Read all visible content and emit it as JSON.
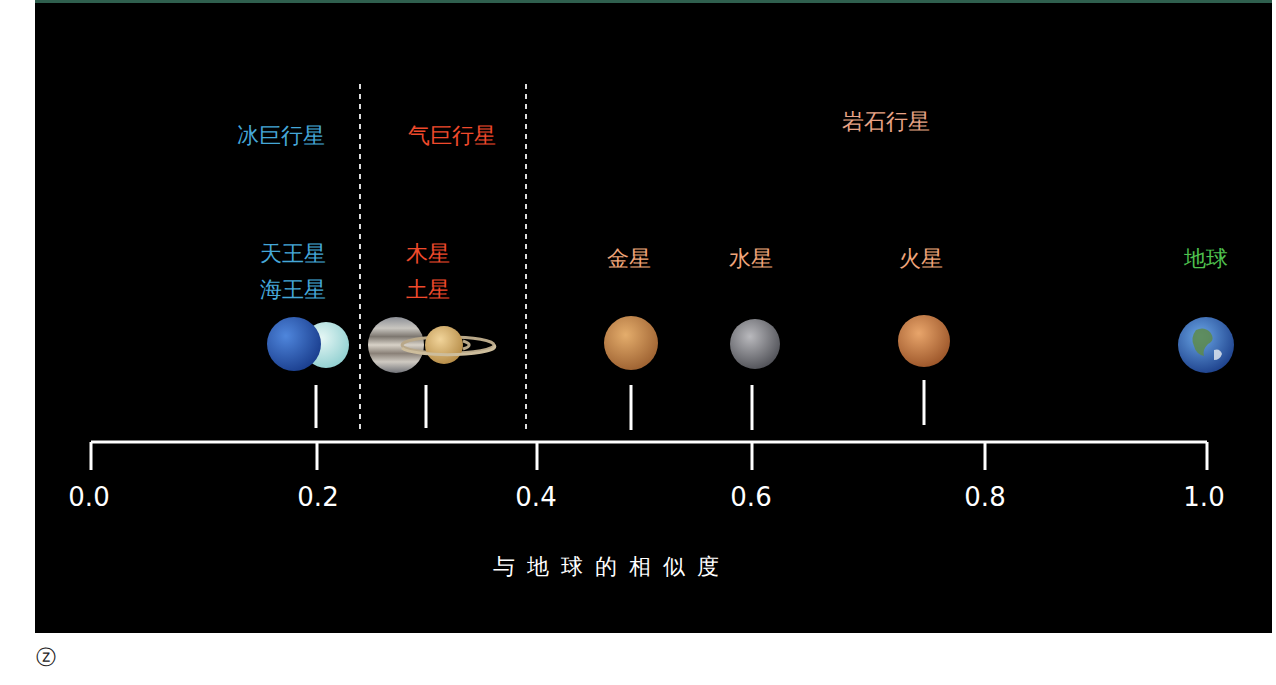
{
  "diagram": {
    "labels": [
      "冰巨行星",
      "气巨行星",
      "岩石行星",
      "天王星",
      "海王星",
      "木星",
      "土星",
      "金星",
      "水星",
      "火星",
      "地球",
      "0.0",
      "0.2",
      "0.4",
      "0.6",
      "0.8",
      "1.0",
      "与地球的相似度",
      "ⓩ"
    ]
  }
}
